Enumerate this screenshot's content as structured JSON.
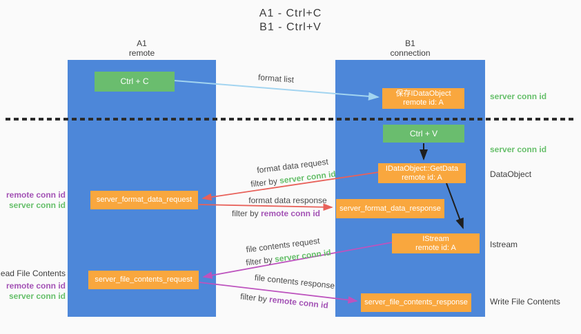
{
  "title": {
    "line1": "A1 - Ctrl+C",
    "line2": "B1 - Ctrl+V"
  },
  "lanes": {
    "left": {
      "name": "A1",
      "role": "remote"
    },
    "right": {
      "name": "B1",
      "role": "connection"
    }
  },
  "boxes": {
    "ctrl_c": "Ctrl + C",
    "ctrl_v": "Ctrl + V",
    "save_idataobject": {
      "line1": "保存IDataObject",
      "line2": "remote id: A"
    },
    "getdata": {
      "line1": "IDataObject::GetData",
      "line2": "remote id: A"
    },
    "istream": {
      "line1": "IStream",
      "line2": "remote id: A"
    },
    "format_request": "server_format_data_request",
    "format_response": "server_format_data_response",
    "file_request": "server_file_contents_request",
    "file_response": "server_file_contents_response"
  },
  "flow_labels": {
    "format_list": "format list",
    "format_data_request": "format data request",
    "format_data_response": "format data response",
    "file_contents_request": "file contents request",
    "file_contents_response": "file contents response",
    "filter_by": "filter by ",
    "server_conn_id": "server conn id",
    "remote_conn_id": "remote conn id"
  },
  "side_labels": {
    "remote_conn_id": "remote conn id",
    "server_conn_id": "server conn id",
    "read_file_contents": "Read File Contents",
    "write_file_contents": "Write File Contents",
    "dataobject": "DataObject",
    "istream": "Istream"
  },
  "colors": {
    "background": "#fafafa",
    "lane_blue": "#4d87d9",
    "green_box": "#6abd6e",
    "orange_box": "#f9a73e",
    "green_text": "#66bf6a",
    "purple_text": "#a352b5",
    "red_arrow": "#e8615a",
    "magenta_arrow": "#bd53be",
    "lightblue_arrow": "#a2d4f0",
    "black_arrow": "#1f1f1f",
    "text_dark": "#3c3c3c"
  }
}
